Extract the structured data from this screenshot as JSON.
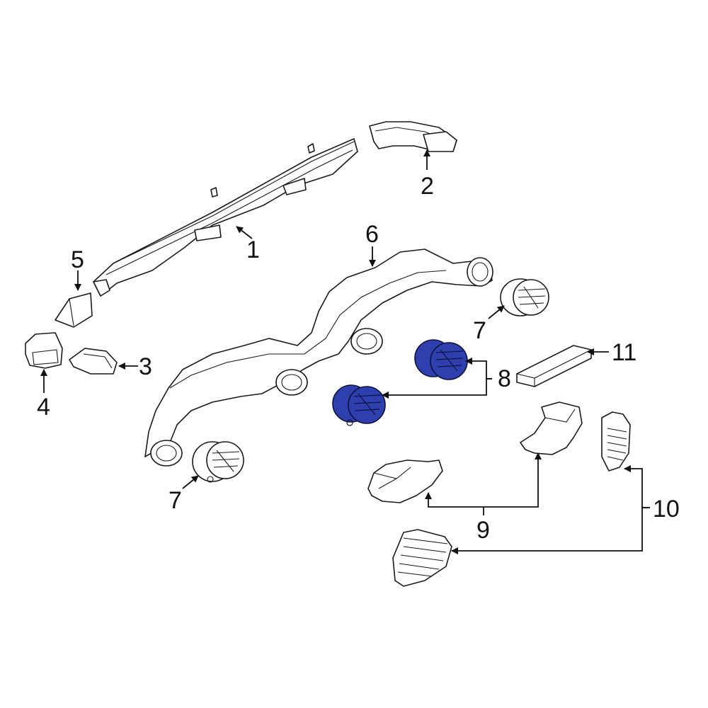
{
  "diagram": {
    "callouts": {
      "c1": "1",
      "c2": "2",
      "c3": "3",
      "c4": "4",
      "c5": "5",
      "c6": "6",
      "c7a": "7",
      "c7b": "7",
      "c8": "8",
      "c9": "9",
      "c10": "10",
      "c11": "11"
    },
    "colors": {
      "highlight": "#2f3fae",
      "line": "#1a1a1a"
    }
  }
}
